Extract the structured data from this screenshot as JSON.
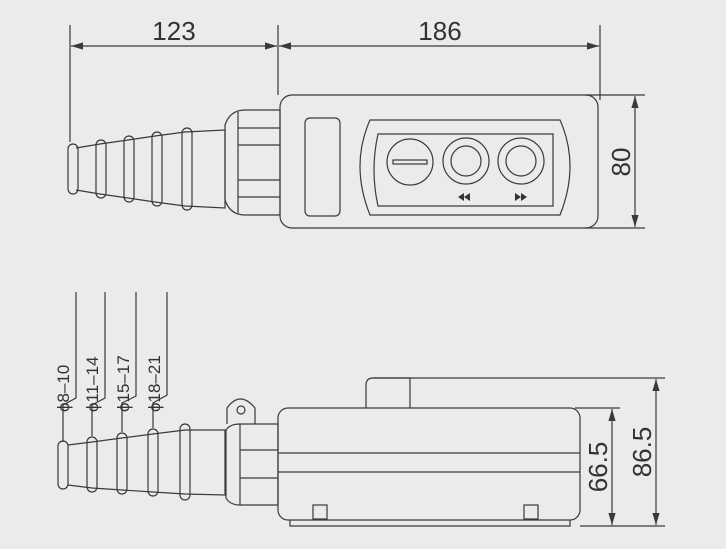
{
  "dimensions": {
    "cable_length": "123",
    "body_length": "186",
    "body_width": "80",
    "body_height": "66.5",
    "total_height": "86.5"
  },
  "cable_diameters": [
    "ϕ8–10",
    "ϕ11–14",
    "ϕ15–17",
    "ϕ18–21"
  ],
  "colors": {
    "background": "#ebebed",
    "line": "#3a3a3a"
  }
}
